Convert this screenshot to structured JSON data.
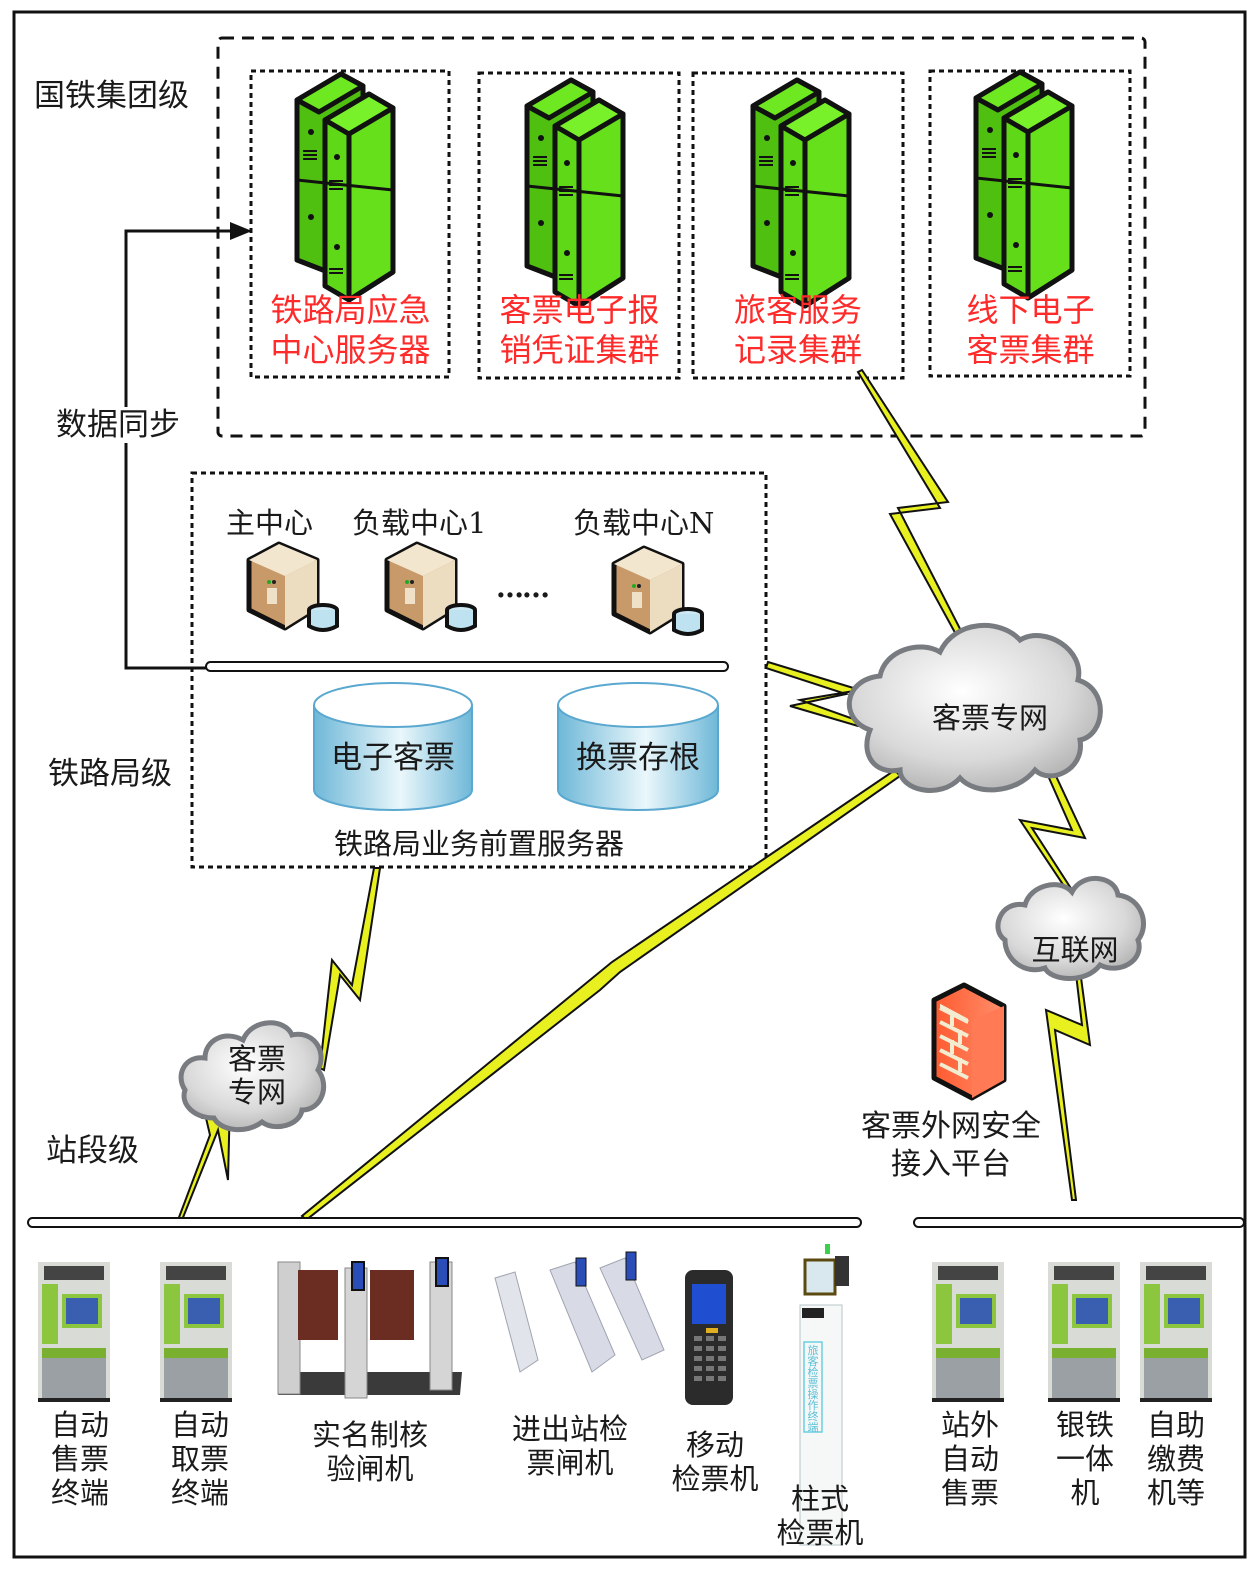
{
  "tiers": {
    "group": "国铁集团级",
    "bureau": "铁路局级",
    "station": "站段级"
  },
  "sync_label": "数据同步",
  "group_clusters": [
    {
      "line1": "铁路局应急",
      "line2": "中心服务器"
    },
    {
      "line1": "客票电子报",
      "line2": "销凭证集群"
    },
    {
      "line1": "旅客服务",
      "line2": "记录集群"
    },
    {
      "line1": "线下电子",
      "line2": "客票集群"
    }
  ],
  "bureau": {
    "centers": [
      "主中心",
      "负载中心1",
      "负载中心N"
    ],
    "ellipsis": "……",
    "databases": [
      "电子客票",
      "换票存根"
    ],
    "caption": "铁路局业务前置服务器"
  },
  "clouds": {
    "main": "客票专网",
    "internet": "互联网",
    "local_line1": "客票",
    "local_line2": "专网"
  },
  "firewall": {
    "line1": "客票外网安全",
    "line2": "接入平台"
  },
  "station_devices": [
    {
      "lines": [
        "自动",
        "售票",
        "终端"
      ]
    },
    {
      "lines": [
        "自动",
        "取票",
        "终端"
      ]
    },
    {
      "lines": [
        "实名制核",
        "验闸机"
      ]
    },
    {
      "lines": [
        "进出站检",
        "票闸机"
      ]
    },
    {
      "lines": [
        "移动",
        "检票机"
      ]
    },
    {
      "lines": [
        "柱式",
        "检票机"
      ]
    }
  ],
  "external_devices": [
    {
      "lines": [
        "站外",
        "自动",
        "售票"
      ]
    },
    {
      "lines": [
        "银铁",
        "一体",
        "机"
      ]
    },
    {
      "lines": [
        "自助",
        "缴费",
        "机等"
      ]
    }
  ],
  "kiosk_screen_text": "旅客检票操作终端",
  "colors": {
    "server_green": "#66e01a",
    "cluster_label_red": "#ff2a2a",
    "bolt_yellow": "#e8f020",
    "db_blue": "#7ec4e0",
    "firewall_red": "#f4623a"
  }
}
